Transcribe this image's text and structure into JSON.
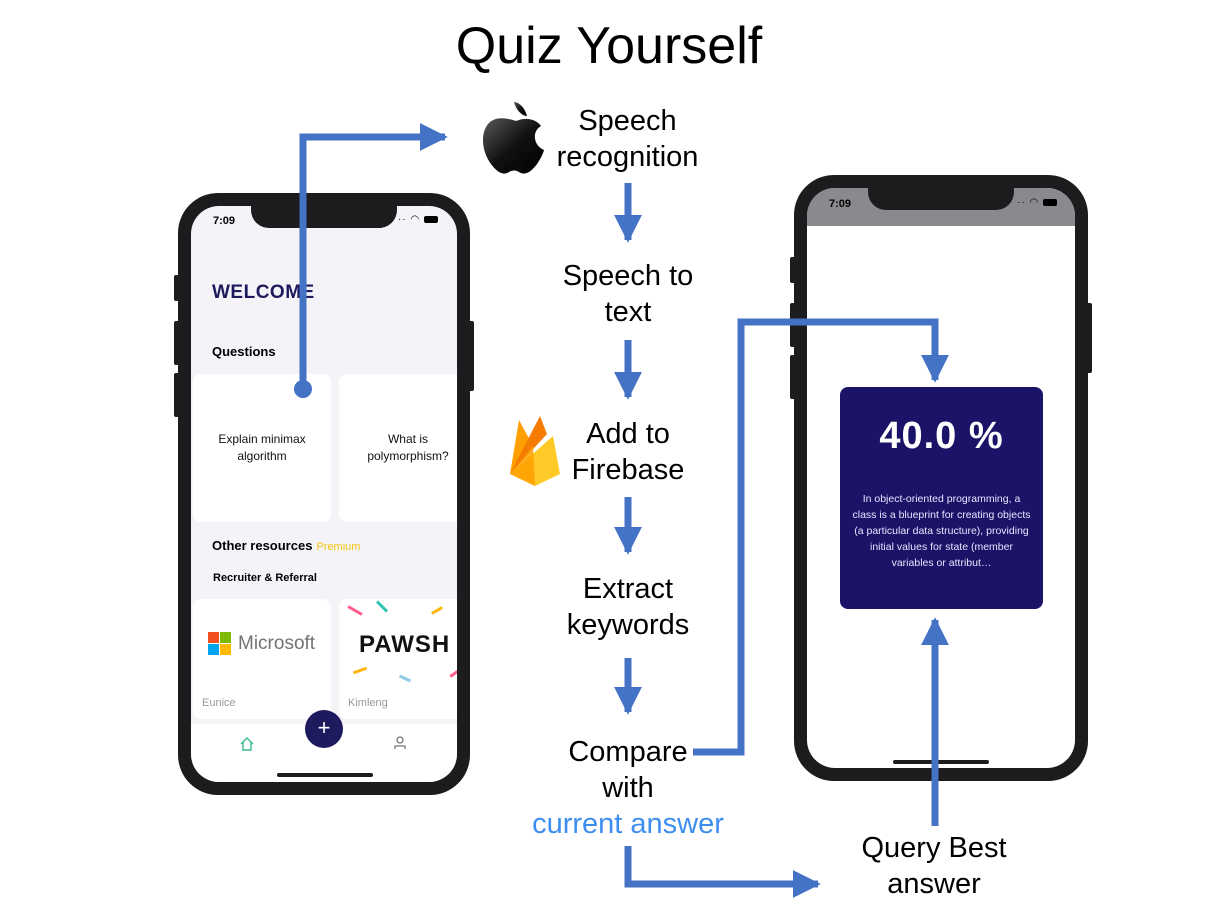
{
  "title": "Quiz Yourself",
  "steps": {
    "speech_recognition": "Speech recognition",
    "speech_to_text": "Speech to text",
    "add_to_firebase": "Add to Firebase",
    "extract_keywords": "Extract keywords",
    "compare_with": "Compare with",
    "current_answer": "current answer",
    "query_best_answer": "Query Best answer"
  },
  "left_phone": {
    "time": "7:09",
    "welcome": "WELCOME",
    "questions_heading": "Questions",
    "questions": [
      "Explain minimax algorithm",
      "What is polymorphism?"
    ],
    "other_resources": "Other resources",
    "premium": "Premium",
    "recruiter_heading": "Recruiter & Referral",
    "resources": [
      {
        "logo_text": "Microsoft",
        "name": "Eunice"
      },
      {
        "logo_text": "PAWSH",
        "name": "Kimleng"
      }
    ],
    "fab_label": "+",
    "nav_icons": [
      "home-icon",
      "profile-icon"
    ]
  },
  "right_phone": {
    "time": "7:09",
    "score": "40.0 %",
    "answer_text": "In object-oriented programming, a class is a blueprint for creating objects (a particular data structure), providing initial values for state (member variables or attribut…"
  },
  "colors": {
    "arrow": "#4472c4",
    "highlight": "#3d8ef0",
    "card": "#1a1368",
    "welcome": "#1e1a5e"
  }
}
